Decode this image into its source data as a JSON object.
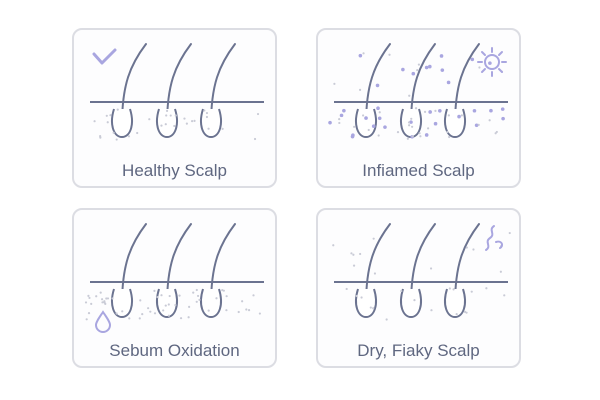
{
  "colors": {
    "line": "#6b7390",
    "accent": "#a9a6e0",
    "dots": "#c9cbd6",
    "border": "#dcdde3"
  },
  "cards": [
    {
      "label": "Healthy Scalp",
      "icon": "check-icon",
      "density": "low"
    },
    {
      "label": "Infiamed Scalp",
      "icon": "sun-icon",
      "density": "high"
    },
    {
      "label": "Sebum Oxidation",
      "icon": "droplet-icon",
      "density": "medium"
    },
    {
      "label": "Dry, Fiaky Scalp",
      "icon": "squiggle-icon",
      "density": "low"
    }
  ]
}
